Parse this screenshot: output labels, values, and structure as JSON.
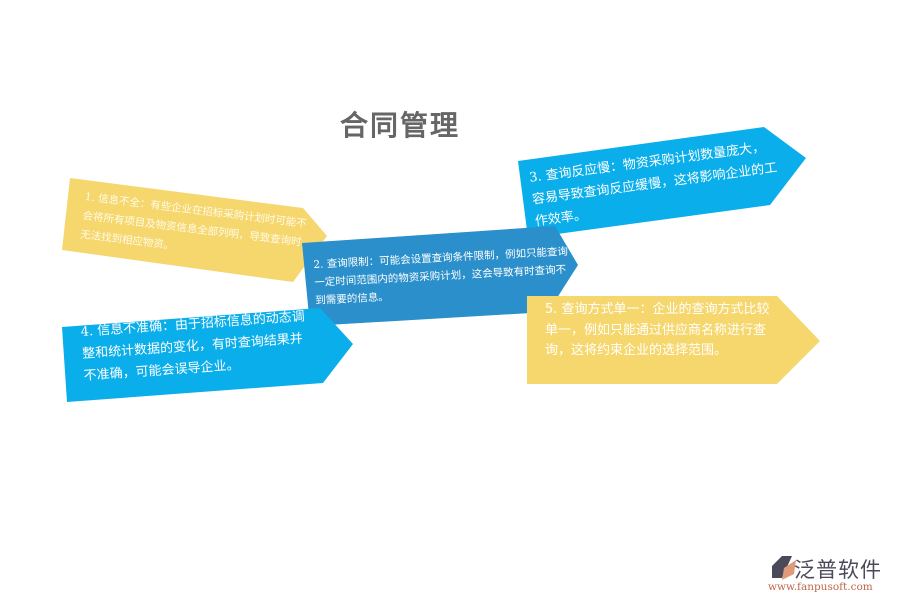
{
  "title": "合同管理",
  "colors": {
    "yellow": "#f5d76e",
    "blue": "#0aaeea",
    "dark_blue": "#2a8fca",
    "title": "#666666"
  },
  "items": [
    {
      "text": "1. 信息不全：有些企业在招标采购计划时可能不会将所有项目及物资信息全部列明，导致查询时无法找到相应物资。",
      "color": "yellow"
    },
    {
      "text": "2. 查询限制：可能会设置查询条件限制，例如只能查询一定时间范围内的物资采购计划，这会导致有时查询不到需要的信息。",
      "color": "dark_blue"
    },
    {
      "text": "3. 查询反应慢：物资采购计划数量庞大，容易导致查询反应缓慢，这将影响企业的工作效率。",
      "color": "blue"
    },
    {
      "text": "4. 信息不准确：由于招标信息的动态调整和统计数据的变化，有时查询结果并不准确，可能会误导企业。",
      "color": "blue"
    },
    {
      "text": "5. 查询方式单一：企业的查询方式比较单一，例如只能通过供应商名称进行查询，这将约束企业的选择范围。",
      "color": "yellow"
    }
  ],
  "logo": {
    "name": "泛普软件",
    "url": "www.fanpusoft.com"
  }
}
